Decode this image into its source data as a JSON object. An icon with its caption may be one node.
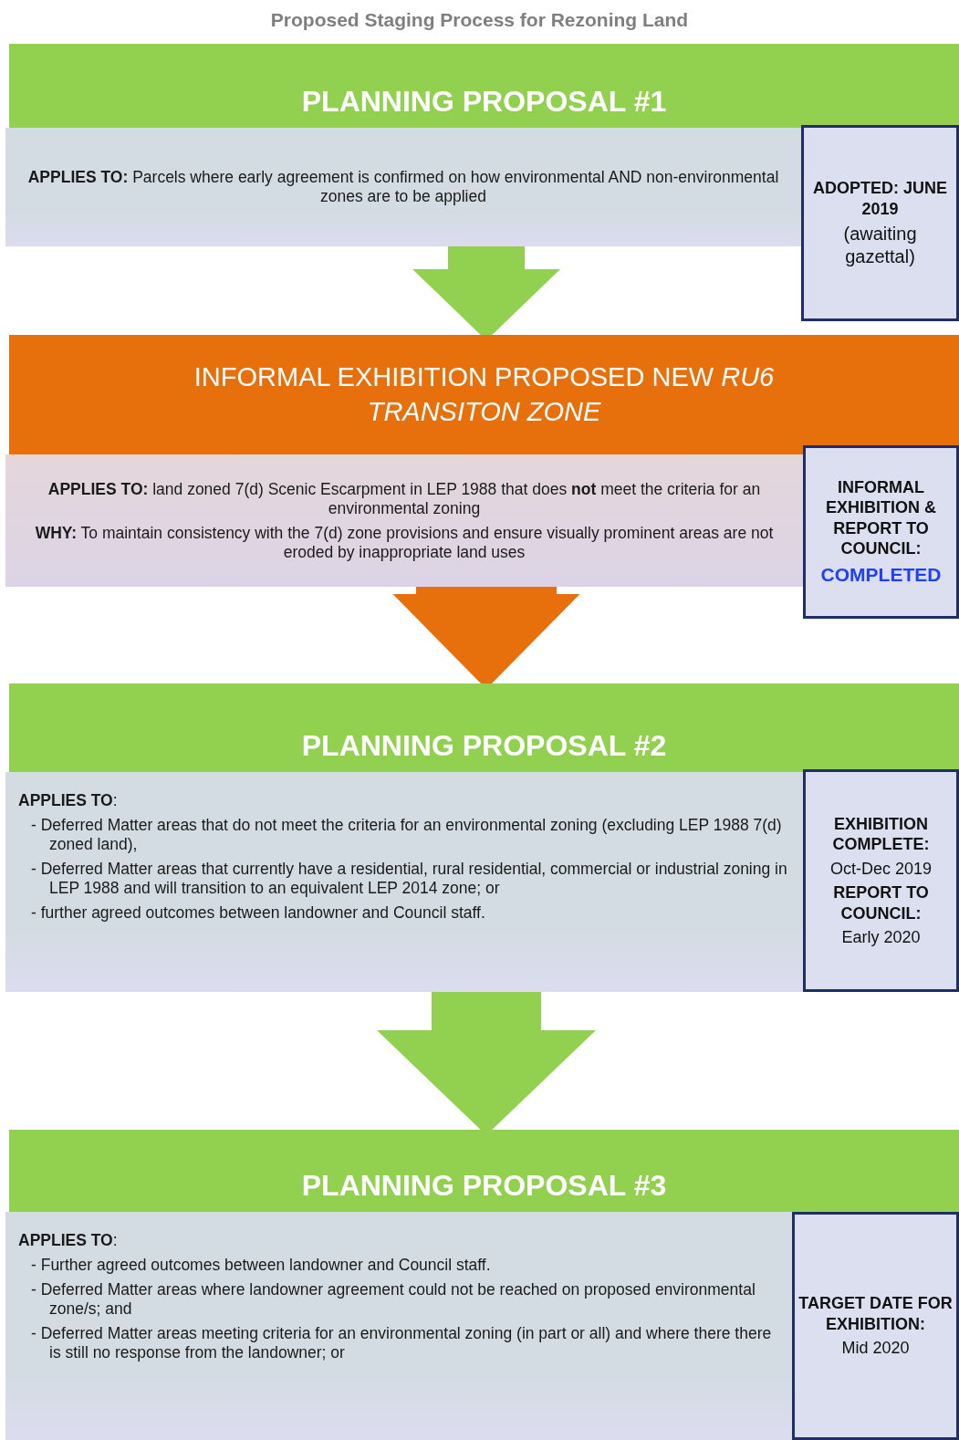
{
  "diagram": {
    "title": "Proposed Staging Process for Rezoning Land",
    "nodes": [
      {
        "text": [
          "PLANNING PROPOSAL #1"
        ]
      },
      {
        "text": [
          "**APPLIES TO:** Parcels where early agreement is confirmed on how environmental AND non-environmental zones are to be applied"
        ]
      },
      {
        "text": [
          "ADOPTED: JUNE 2019",
          "(awaiting gazettal)"
        ]
      },
      {
        "text": [
          "INFORMAL EXHIBITION PROPOSED NEW *RU6 TRANSITON ZONE*"
        ]
      },
      {
        "text": [
          "**APPLIES TO:** land zoned 7(d) Scenic Escarpment in LEP 1988 that does **not** meet the criteria for an environmental zoning",
          "**WHY:** To maintain consistency with the 7(d) zone provisions and ensure visually prominent areas are not eroded by inappropriate land uses"
        ]
      },
      {
        "text": [
          "INFORMAL EXHIBITION & REPORT TO COUNCIL:",
          "COMPLETED"
        ]
      },
      {
        "text": [
          "PLANNING PROPOSAL #2"
        ]
      },
      {
        "text": [
          "**APPLIES TO**:",
          "- Deferred Matter areas that do not meet the criteria for an environmental zoning (excluding LEP 1988 7(d) zoned land),",
          "- Deferred Matter areas that currently have a residential, rural residential, commercial or industrial zoning in LEP 1988 and will transition to an equivalent LEP 2014 zone; or",
          "- further agreed outcomes between landowner and Council staff."
        ]
      },
      {
        "text": [
          "EXHIBITION COMPLETE:",
          "Oct-Dec 2019",
          "REPORT TO COUNCIL:",
          "Early 2020"
        ]
      },
      {
        "text": [
          "PLANNING PROPOSAL #3"
        ]
      },
      {
        "text": [
          "**APPLIES TO**:",
          "- Further agreed outcomes between landowner and Council staff.",
          "- Deferred Matter areas where landowner agreement could not be reached on proposed environmental zone/s; and",
          "- Deferred Matter areas meeting criteria for an environmental zoning (in part or all) and where there there is still no response from the landowner; or"
        ]
      },
      {
        "text": [
          "TARGET DATE FOR EXHIBITION:",
          "Mid 2020"
        ]
      }
    ],
    "edges": [
      {
        "from": 1,
        "to": 3,
        "arrow": "to"
      },
      {
        "from": 4,
        "to": 6,
        "arrow": "to",
        "color": "#e8700c"
      },
      {
        "from": 7,
        "to": 9,
        "arrow": "to"
      }
    ]
  }
}
